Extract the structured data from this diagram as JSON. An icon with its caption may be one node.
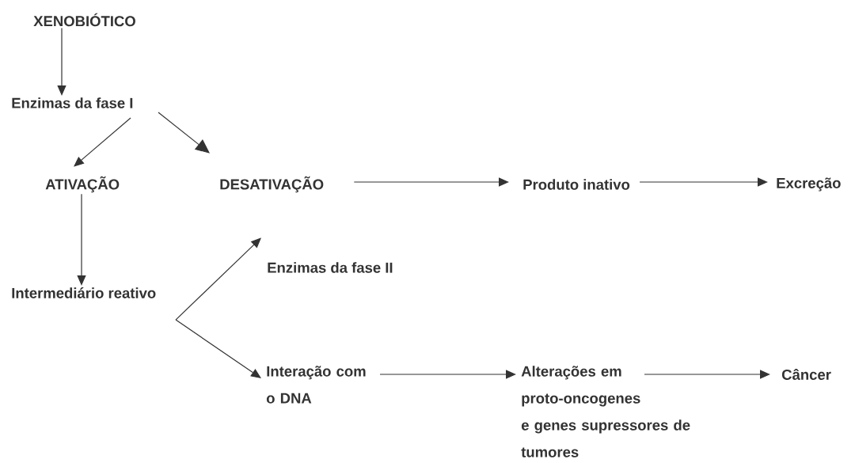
{
  "diagram": {
    "nodes": [
      {
        "text": [
          "XENOBIÓTICO"
        ]
      },
      {
        "text": [
          "Enzimas da fase I"
        ]
      },
      {
        "text": [
          "ATIVAÇÃO"
        ]
      },
      {
        "text": [
          "DESATIVAÇÃO"
        ]
      },
      {
        "text": [
          "Produto inativo"
        ]
      },
      {
        "text": [
          "Excreção"
        ]
      },
      {
        "text": [
          "Intermediário reativo"
        ]
      },
      {
        "text": [
          "Interação com o DNA"
        ]
      },
      {
        "text": [
          "Alterações em proto-oncogenes e genes supressores de tumores"
        ]
      },
      {
        "text": [
          "Câncer"
        ]
      }
    ],
    "edges": [
      {
        "from": 0,
        "to": 1,
        "arrow": "to"
      },
      {
        "from": 1,
        "to": 2,
        "arrow": "to"
      },
      {
        "from": 1,
        "to": 3,
        "arrow": "to"
      },
      {
        "from": 2,
        "to": 6,
        "arrow": "to"
      },
      {
        "from": 3,
        "to": 4,
        "arrow": "to"
      },
      {
        "from": 4,
        "to": 5,
        "arrow": "to"
      },
      {
        "from": 6,
        "to": 3,
        "arrow": "to",
        "label": "Enzimas da fase II"
      },
      {
        "from": 6,
        "to": 7,
        "arrow": "to"
      },
      {
        "from": 7,
        "to": 8,
        "arrow": "to"
      },
      {
        "from": 8,
        "to": 9,
        "arrow": "to"
      }
    ]
  }
}
